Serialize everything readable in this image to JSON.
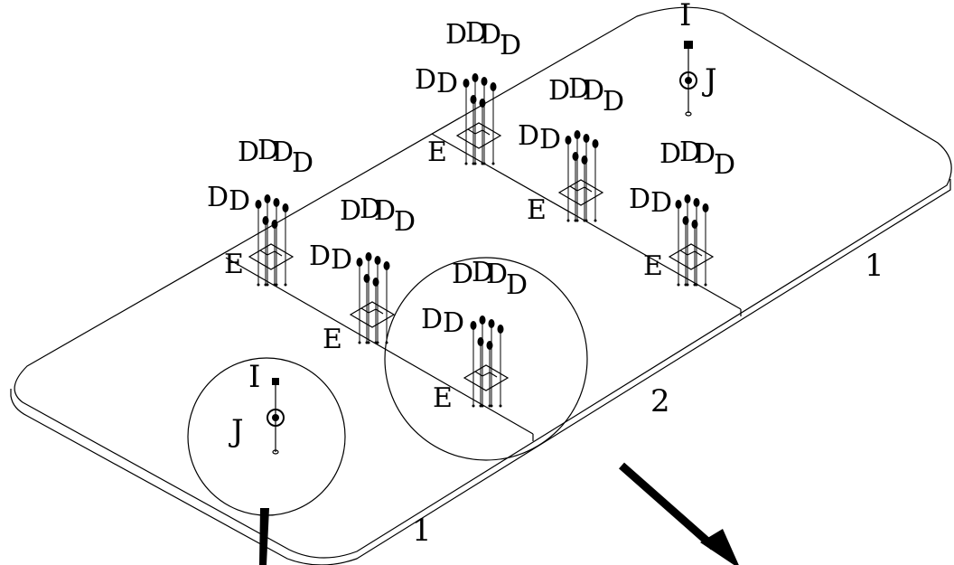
{
  "labels": {
    "screw": "D",
    "hinge": "E",
    "leg_bolt": "I",
    "washer": "J",
    "panel_outer": "1",
    "panel_center": "2"
  },
  "colors": {
    "ink": "#000000",
    "paper": "#ffffff"
  },
  "icons": [
    "arrow-icon",
    "screw-icon",
    "hinge-plate-icon",
    "bolt-icon",
    "washer-icon"
  ]
}
